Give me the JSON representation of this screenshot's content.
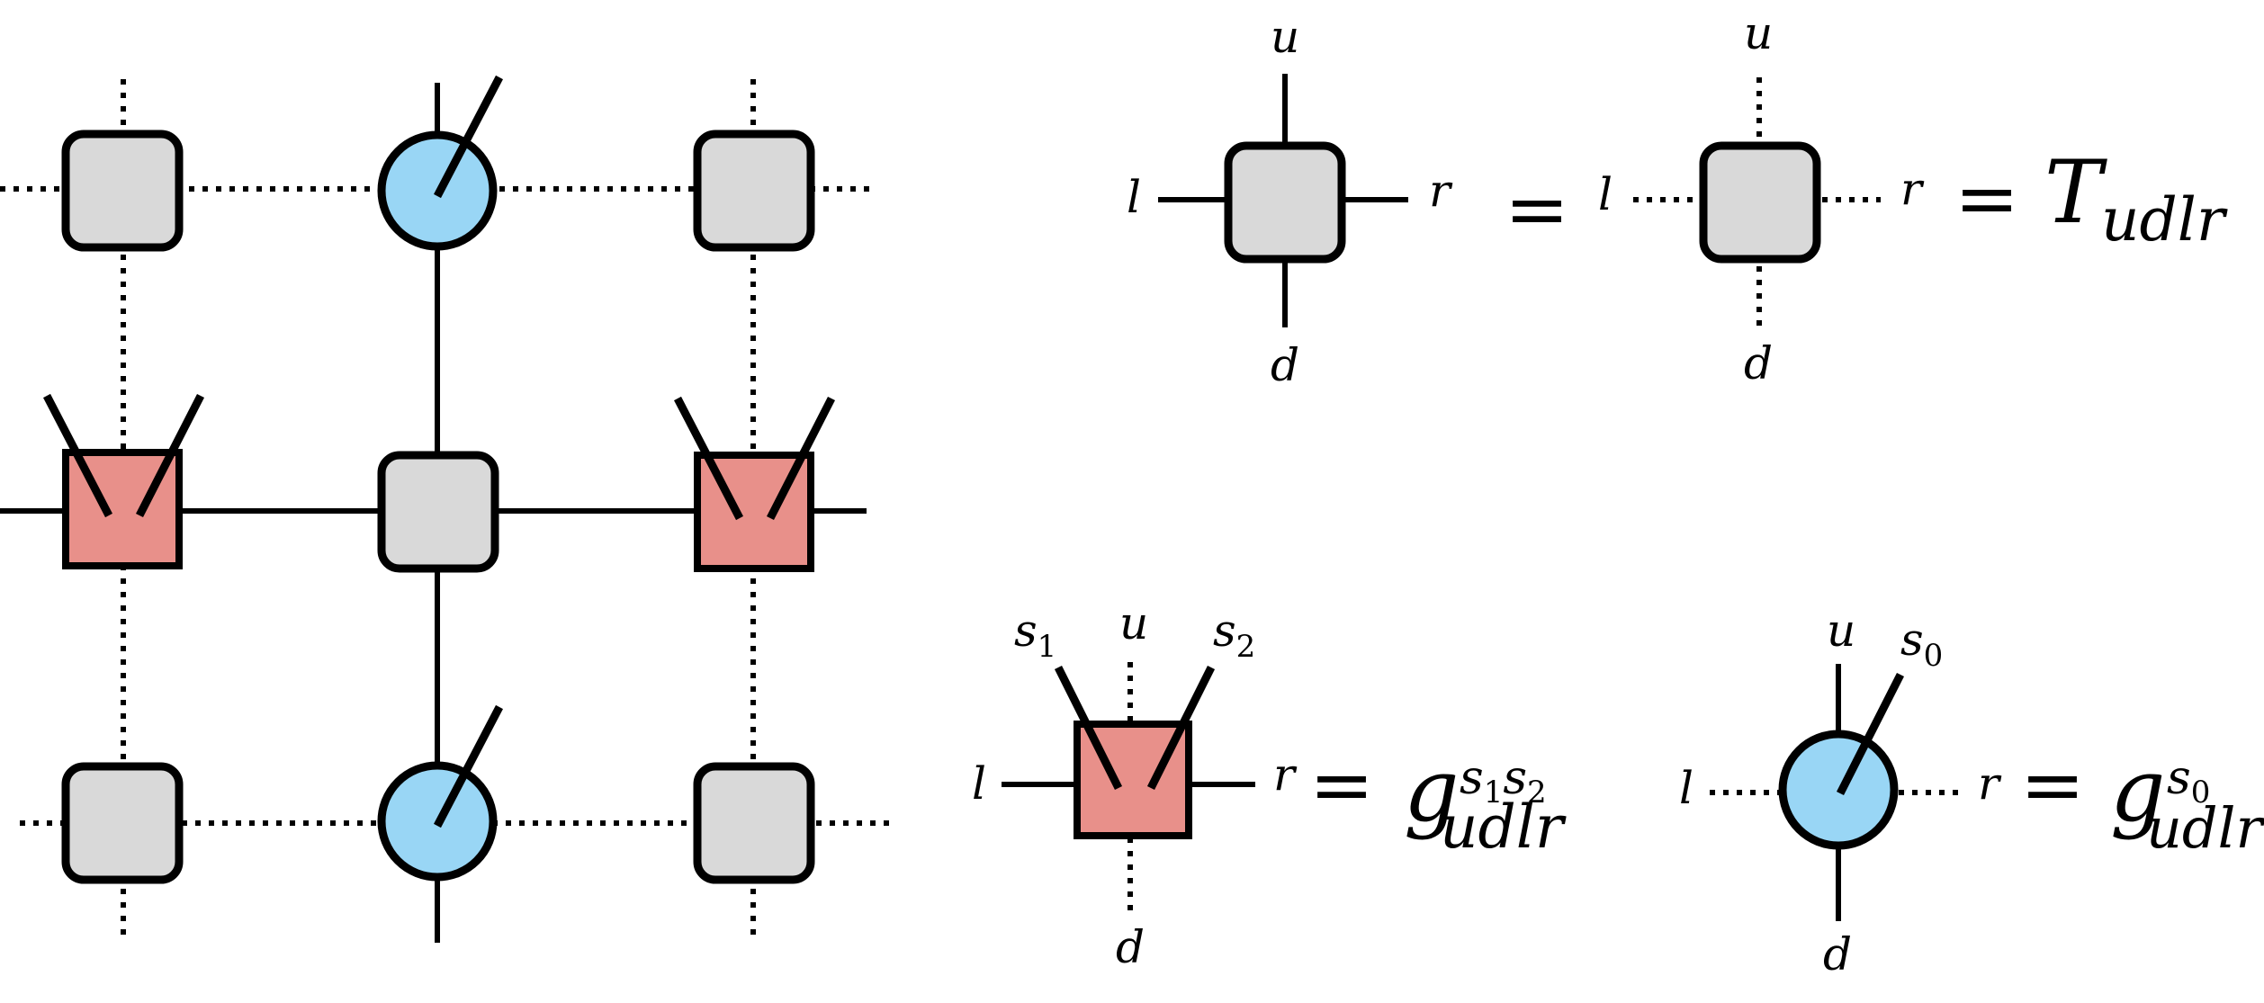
{
  "colors": {
    "gray_tensor": "#d9d9d9",
    "red_tensor": "#e8908a",
    "blue_tensor": "#99d6f5",
    "line": "#000000"
  },
  "labels": {
    "u": "u",
    "d": "d",
    "l": "l",
    "r": "r",
    "s1_base": "s",
    "s1_sub": "1",
    "s2_base": "s",
    "s2_sub": "2",
    "s0_base": "s",
    "s0_sub": "0",
    "equals": "="
  },
  "equations": {
    "T_main": "T",
    "T_sub": "udlr",
    "g_main": "g",
    "g_sub": "udlr",
    "g_sup1": "s",
    "g_sup1_sub": "1",
    "g_sup2": "s",
    "g_sup2_sub": "2",
    "g0_sup": "s",
    "g0_sup_sub": "0"
  }
}
